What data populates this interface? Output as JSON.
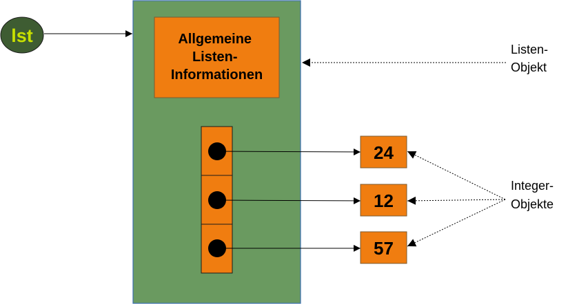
{
  "variable": {
    "name": "lst"
  },
  "list_object": {
    "info_lines": [
      "Allgemeine",
      "Listen-",
      "Informationen"
    ],
    "label_lines": [
      "Listen-",
      "Objekt"
    ]
  },
  "integer_objects": {
    "values": [
      "24",
      "12",
      "57"
    ],
    "label_lines": [
      "Integer-",
      "Objekte"
    ]
  },
  "colors": {
    "list_body": "#6a9a60",
    "orange": "#f07d10",
    "variable_fill": "#3e5c32",
    "variable_text": "#c8e000",
    "stroke": "#1a1a1a",
    "border_blue": "#3b6fb0"
  }
}
